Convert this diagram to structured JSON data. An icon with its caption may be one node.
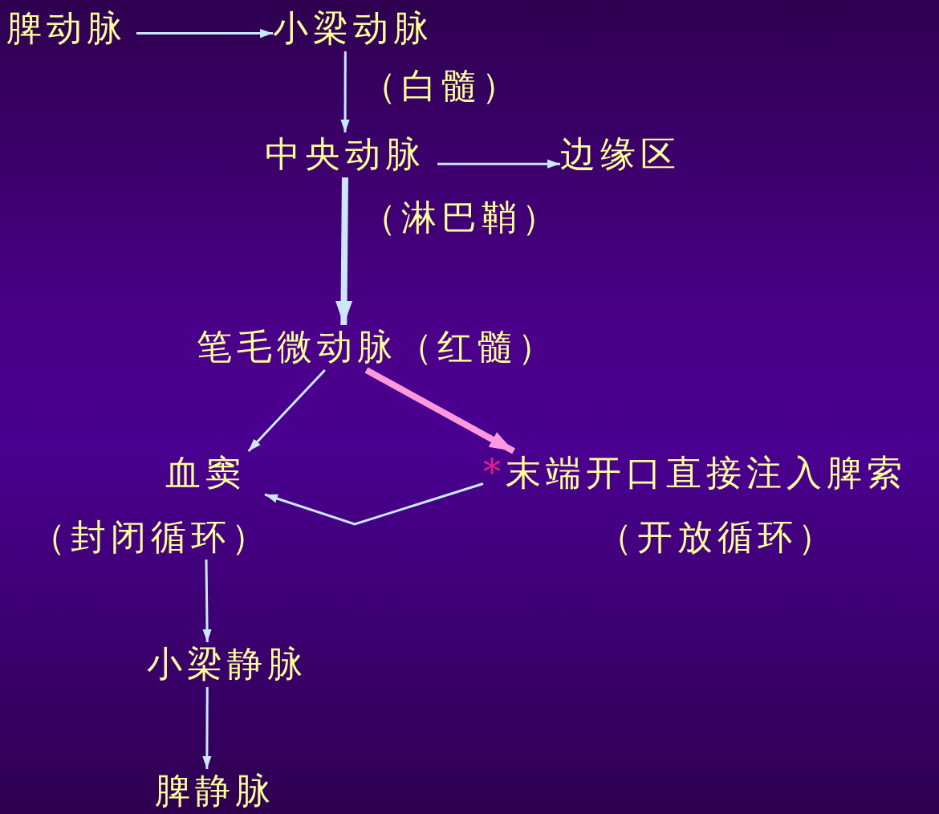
{
  "diagram": {
    "nodes": [
      {
        "text": [
          "脾动脉"
        ]
      },
      {
        "text": [
          "小梁动脉"
        ]
      },
      {
        "text": [
          "中央动脉"
        ]
      },
      {
        "text": [
          "边缘区"
        ]
      },
      {
        "text": [
          "笔毛微动脉（红髓）"
        ]
      },
      {
        "text": [
          "血窦"
        ],
        "beside": [
          "（封闭循环）"
        ]
      },
      {
        "text": [
          "*",
          "末端开口直接注入脾索"
        ],
        "beside": [
          "（开放循环）"
        ]
      },
      {
        "text": [
          "小梁静脉"
        ]
      },
      {
        "text": [
          "脾静脉"
        ]
      }
    ],
    "edges": [
      {
        "from": 0,
        "to": 1,
        "arrow": "to"
      },
      {
        "from": 1,
        "to": 2,
        "arrow": "to",
        "label": "（白髓）"
      },
      {
        "from": 2,
        "to": 3,
        "arrow": "to"
      },
      {
        "from": 2,
        "to": 4,
        "arrow": "to",
        "label": "（淋巴鞘）",
        "style": "thick"
      },
      {
        "from": 4,
        "to": 5,
        "arrow": "to"
      },
      {
        "from": 4,
        "to": 6,
        "arrow": "to",
        "style": "thick",
        "color": "#ff99dd"
      },
      {
        "from": 6,
        "to": 5,
        "arrow": "to"
      },
      {
        "from": 5,
        "to": 7,
        "arrow": "to"
      },
      {
        "from": 7,
        "to": 8,
        "arrow": "to"
      }
    ]
  }
}
